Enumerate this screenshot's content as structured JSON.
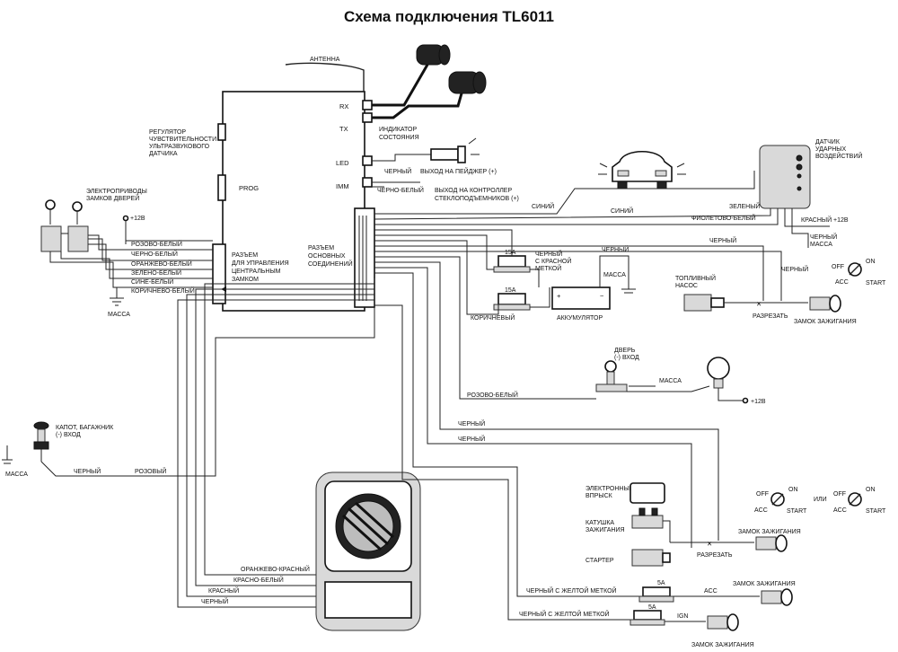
{
  "title": "Схема подключения TL6011",
  "main_unit": {
    "antenna": "АНТЕННА",
    "rx": "RX",
    "tx": "TX",
    "led": "LED",
    "imm": "IMM",
    "prog": "PROG",
    "connector_locks": "РАЗЪЕМ ДЛЯ УПРАВЛЕНИЯ ЦЕНТРАЛЬНЫМ ЗАМКОМ",
    "connector_main": "РАЗЪЕМ ОСНОВНЫХ СОЕДИНЕНИЙ"
  },
  "labels": {
    "ultrasonic": "РЕГУЛЯТОР ЧУВСТВИТЕЛЬНОСТИ УЛЬТРАЗВУКОВОГО ДАТЧИКА",
    "status_led": "ИНДИКАТОР СОСТОЯНИЯ",
    "pager_wire": "ЧЕРНЫЙ",
    "pager_out": "ВЫХОД НА ПЕЙДЖЕР (+)",
    "window_wire": "ЧЕРНО-БЕЛЫЙ",
    "window_out": "ВЫХОД НА КОНТРОЛЛЕР СТЕКЛОПОДЪЕМНИКОВ (+)",
    "door_actuators": "ЭЛЕКТРОПРИВОДЫ ЗАМКОВ ДВЕРЕЙ",
    "plus12": "+12В",
    "ground": "МАССА",
    "shock_sensor": "ДАТЧИК УДАРНЫХ ВОЗДЕЙСТВИЙ",
    "green": "ЗЕЛЕНЫЙ",
    "violet_white": "ФИОЛЕТОВО-БЕЛЫЙ",
    "red": "КРАСНЫЙ",
    "red_plus12": "+12В",
    "black_ground": "ЧЕРНЫЙ МАССА",
    "blue": "СИНИЙ",
    "fuse15": "15А",
    "black_red_mark": "ЧЕРНЫЙ С КРАСНОЙ МЕТКОЙ",
    "black": "ЧЕРНЫЙ",
    "brown": "КОРИЧНЕВЫЙ",
    "battery": "АККУМУЛЯТОР",
    "fuel_pump": "ТОПЛИВНЫЙ НАСОС",
    "cut": "РАЗРЕЗАТЬ",
    "ignition_lock": "ЗАМОК ЗАЖИГАНИЯ",
    "off": "OFF",
    "on": "ON",
    "acc": "ACC",
    "start": "START",
    "door_input": "ДВЕРЬ (-) ВХОД",
    "pink_white": "РОЗОВО-БЕЛЫЙ",
    "plus12_lamp": "+12В",
    "hood_trunk": "КАПОТ, БАГАЖНИК (-) ВХОД",
    "pink": "РОЗОВЫЙ",
    "efi": "ЭЛЕКТРОННЫЙ ВПРЫСК",
    "coil": "КАТУШКА ЗАЖИГАНИЯ",
    "starter": "СТАРТЕР",
    "or": "ИЛИ",
    "orange_red": "ОРАНЖЕВО-КРАСНЫЙ",
    "red_white": "КРАСНО-БЕЛЫЙ",
    "black_yellow_mark": "ЧЕРНЫЙ С ЖЕЛТОЙ МЕТКОЙ",
    "fuse5": "5А",
    "acc_short": "ACC",
    "ign_short": "IGN"
  },
  "lock_wires": [
    "РОЗОВО-БЕЛЫЙ",
    "ЧЕРНО-БЕЛЫЙ",
    "ОРАНЖЕВО-БЕЛЫЙ",
    "ЗЕЛЕНО-БЕЛЫЙ",
    "СИНЕ-БЕЛЫЙ",
    "КОРИЧНЕВО-БЕЛЫЙ"
  ]
}
